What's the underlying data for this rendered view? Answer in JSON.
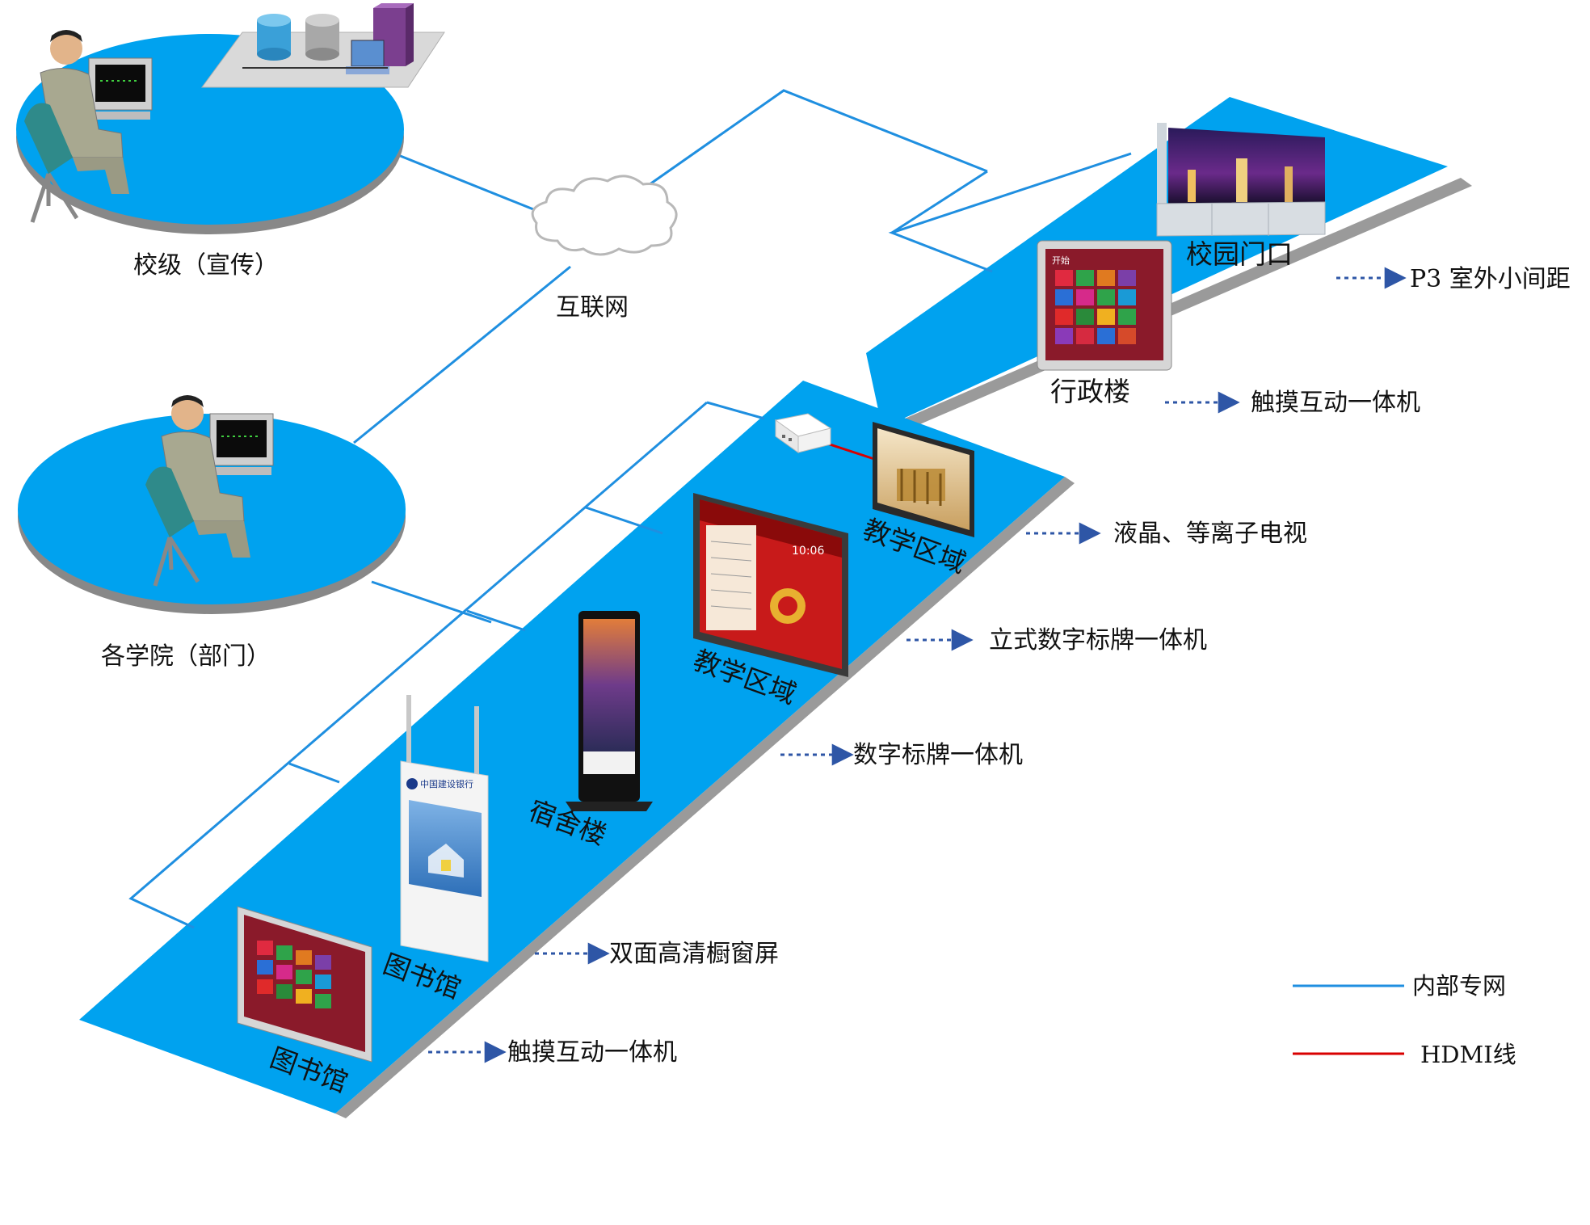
{
  "colors": {
    "platform": "#00a2ef",
    "platform_shadow": "#9a9a9a",
    "network": "#1f8fe0",
    "hdmi": "#d80000",
    "pointer": "#2e56a6",
    "text": "#111111"
  },
  "nodes": {
    "school": "校级（宣传）",
    "internet": "互联网",
    "college": "各学院（部门）"
  },
  "zones": {
    "campus_gate": "校园门口",
    "admin_building": "行政楼",
    "teaching_area_1": "教学区域",
    "teaching_area_2": "教学区域",
    "dormitory": "宿舍楼",
    "library_1": "图书馆",
    "library_2": "图书馆"
  },
  "captions": {
    "p3_outdoor": "P3  室外小间距",
    "touch_kiosk_admin": "触摸互动一体机",
    "lcd_plasma": "液晶、等离子电视",
    "standing_signage": "立式数字标牌一体机",
    "digital_signage": "数字标牌一体机",
    "double_sided_window": "双面高清橱窗屏",
    "touch_kiosk_library": "触摸互动一体机"
  },
  "legend": {
    "internal_network": "内部专网",
    "hdmi": "HDMI线"
  },
  "screens": {
    "tablet_start": "开始",
    "bank_name_cn": "中国建设银行",
    "time_display": "10:06"
  }
}
